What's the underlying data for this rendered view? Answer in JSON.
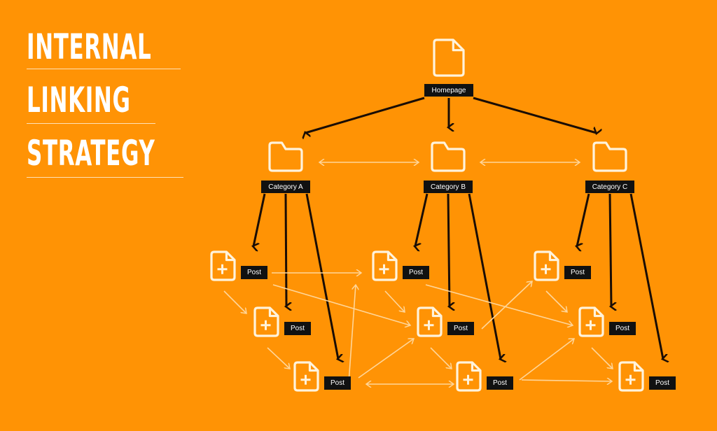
{
  "title": {
    "lines": [
      "INTERNAL",
      "LINKING",
      "STRATEGY"
    ]
  },
  "colors": {
    "background": "#FF9305",
    "hierarchy_link": "#1a0d05",
    "cross_link": "#FFD69A",
    "icon": "#FFF3DC",
    "label_bg": "#111111"
  },
  "nodes": {
    "home": {
      "label": "Homepage",
      "icon": "file-icon"
    },
    "categories": [
      {
        "label": "Category A",
        "icon": "folder-icon"
      },
      {
        "label": "Category B",
        "icon": "folder-icon"
      },
      {
        "label": "Category C",
        "icon": "folder-icon"
      }
    ],
    "posts": [
      {
        "label": "Post",
        "icon": "file-plus-icon"
      },
      {
        "label": "Post",
        "icon": "file-plus-icon"
      },
      {
        "label": "Post",
        "icon": "file-plus-icon"
      },
      {
        "label": "Post",
        "icon": "file-plus-icon"
      },
      {
        "label": "Post",
        "icon": "file-plus-icon"
      },
      {
        "label": "Post",
        "icon": "file-plus-icon"
      },
      {
        "label": "Post",
        "icon": "file-plus-icon"
      },
      {
        "label": "Post",
        "icon": "file-plus-icon"
      },
      {
        "label": "Post",
        "icon": "file-plus-icon"
      }
    ]
  }
}
